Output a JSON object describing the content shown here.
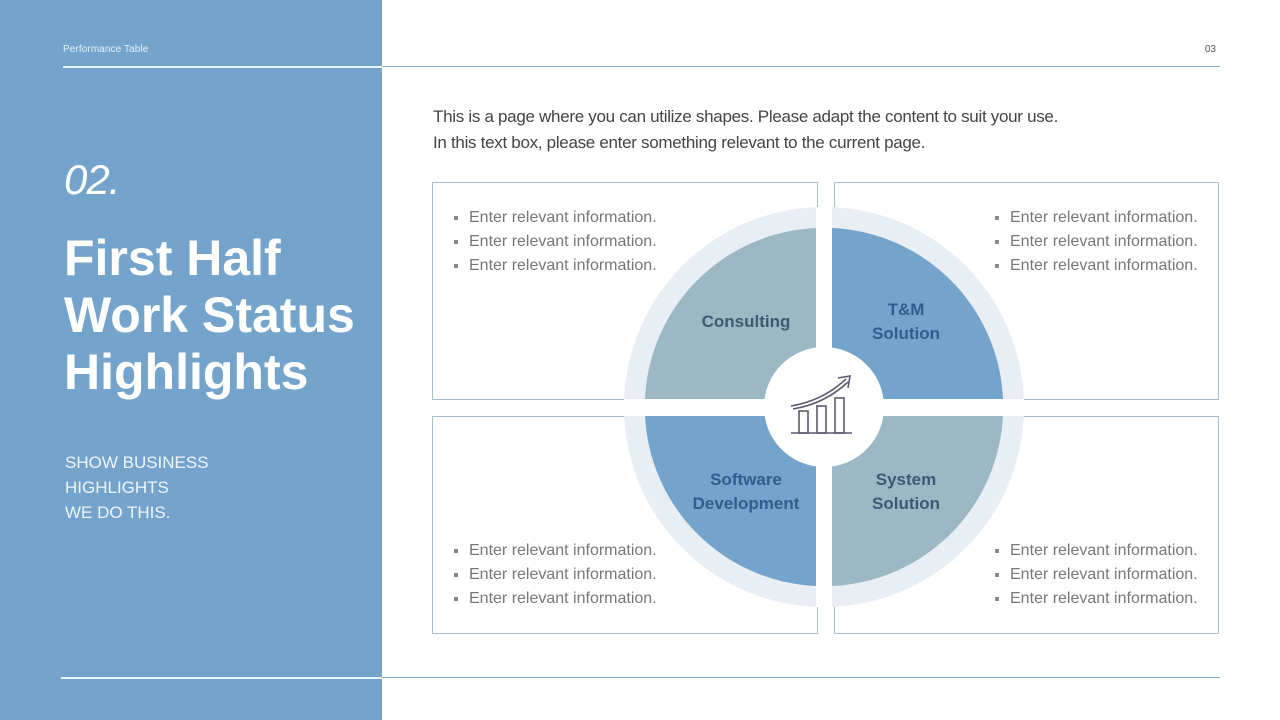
{
  "header": {
    "label": "Performance Table",
    "page_number": "03"
  },
  "left_panel": {
    "section_number": "02.",
    "title_lines": [
      "First Half",
      "Work Status",
      "Highlights"
    ],
    "subtitle_lines": [
      "SHOW BUSINESS",
      "HIGHLIGHTS",
      "WE DO THIS."
    ]
  },
  "intro": {
    "lines": [
      "This is a page where you can utilize shapes. Please adapt the content to suit your use.",
      "In this text box, please enter something relevant to the current page."
    ]
  },
  "quadrants": {
    "consulting": {
      "label_lines": [
        "Consulting"
      ],
      "color": "#9cb8c4",
      "bullets": [
        "Enter relevant information.",
        "Enter relevant information.",
        "Enter relevant information."
      ]
    },
    "tm_solution": {
      "label_lines": [
        "T&M",
        "Solution"
      ],
      "color": "#74a4cc",
      "bullets": [
        "Enter relevant information.",
        "Enter relevant information.",
        "Enter relevant information."
      ]
    },
    "software_development": {
      "label_lines": [
        "Software",
        "Development"
      ],
      "color": "#74a4cc",
      "bullets": [
        "Enter relevant information.",
        "Enter relevant information.",
        "Enter relevant information."
      ]
    },
    "system_solution": {
      "label_lines": [
        "System",
        "Solution"
      ],
      "color": "#9cb8c4",
      "bullets": [
        "Enter relevant information.",
        "Enter relevant information.",
        "Enter relevant information."
      ]
    }
  },
  "center_icon": "growth-chart-icon",
  "colors": {
    "panel": "#74a4cc",
    "ring": "#e8eef4",
    "box_border": "#a6c0c9"
  }
}
